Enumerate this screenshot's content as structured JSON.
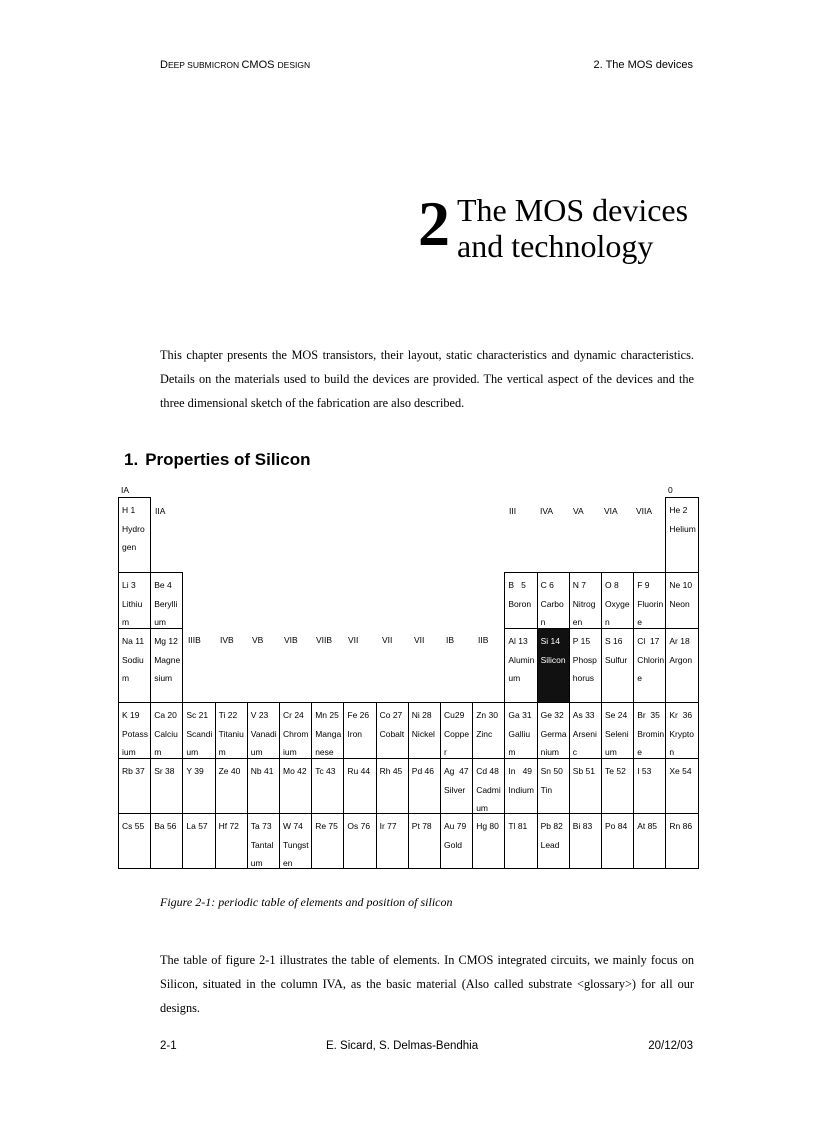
{
  "header": {
    "left_cap1": "D",
    "left_sc1": "EEP SUBMICRON ",
    "left_cap2": "CMOS ",
    "left_sc2": "DESIGN",
    "right": "2. The MOS devices"
  },
  "chapter": {
    "number": "2",
    "title_line1": "The MOS devices",
    "title_line2": "and technology"
  },
  "intro": "This chapter presents the MOS transistors, their layout, static characteristics and dynamic characteristics. Details on the materials used to build the devices are provided. The vertical aspect of the devices and the three dimensional sketch of the fabrication are also described.",
  "section": {
    "number": "1.",
    "title": "Properties of Silicon"
  },
  "periodic_table": {
    "group_labels": {
      "IA": "IA",
      "IIA": "IIA",
      "III": "III",
      "IVA": "IVA",
      "VA": "VA",
      "VIA": "VIA",
      "VIIA": "VIIA",
      "zero": "0",
      "IIIB": "IIIB",
      "IVB": "IVB",
      "VB": "VB",
      "VIB": "VIB",
      "VIIB": "VIIB",
      "VII_1": "VII",
      "VII_2": "VII",
      "VII_3": "VII",
      "IB": "IB",
      "IIB": "IIB"
    },
    "rows": [
      [
        {
          "col": 0,
          "sym": "H 1",
          "name": "Hydrogen"
        },
        {
          "col": 17,
          "sym": "He 2",
          "name": "Helium"
        }
      ],
      [
        {
          "col": 0,
          "sym": "Li 3",
          "name": "Lithium"
        },
        {
          "col": 1,
          "sym": "Be 4",
          "name": "Beryllium"
        },
        {
          "col": 12,
          "sym": "B   5",
          "name": "Boron"
        },
        {
          "col": 13,
          "sym": "C 6",
          "name": "Carbon"
        },
        {
          "col": 14,
          "sym": "N 7",
          "name": "Nitrogen"
        },
        {
          "col": 15,
          "sym": "O 8",
          "name": "Oxygen"
        },
        {
          "col": 16,
          "sym": "F 9",
          "name": "Fluorine"
        },
        {
          "col": 17,
          "sym": "Ne 10",
          "name": "Neon"
        }
      ],
      [
        {
          "col": 0,
          "sym": "Na 11",
          "name": "Sodium"
        },
        {
          "col": 1,
          "sym": "Mg 12",
          "name": "Magnesium"
        },
        {
          "col": 12,
          "sym": "Al 13",
          "name": "Aluminum"
        },
        {
          "col": 13,
          "sym": "Si 14",
          "name": "Silicon",
          "highlight": true
        },
        {
          "col": 14,
          "sym": "P 15",
          "name": "Phosphorus"
        },
        {
          "col": 15,
          "sym": "S 16",
          "name": "Sulfur"
        },
        {
          "col": 16,
          "sym": "Cl  17",
          "name": "Chlorine"
        },
        {
          "col": 17,
          "sym": "Ar 18",
          "name": "Argon"
        }
      ],
      [
        {
          "col": 0,
          "sym": "K 19",
          "name": "Potassium"
        },
        {
          "col": 1,
          "sym": "Ca 20",
          "name": "Calcium"
        },
        {
          "col": 2,
          "sym": "Sc 21",
          "name": "Scandium"
        },
        {
          "col": 3,
          "sym": "Ti 22",
          "name": "Titanium"
        },
        {
          "col": 4,
          "sym": "V 23",
          "name": "Vanadium"
        },
        {
          "col": 5,
          "sym": "Cr 24",
          "name": "Chromium"
        },
        {
          "col": 6,
          "sym": "Mn 25",
          "name": "Manganese"
        },
        {
          "col": 7,
          "sym": "Fe 26",
          "name": "Iron"
        },
        {
          "col": 8,
          "sym": "Co 27",
          "name": "Cobalt"
        },
        {
          "col": 9,
          "sym": "Ni 28",
          "name": "Nickel"
        },
        {
          "col": 10,
          "sym": "Cu29",
          "name": "Copper"
        },
        {
          "col": 11,
          "sym": "Zn 30",
          "name": "Zinc"
        },
        {
          "col": 12,
          "sym": "Ga 31",
          "name": "Gallium"
        },
        {
          "col": 13,
          "sym": "Ge 32",
          "name": "Germanium"
        },
        {
          "col": 14,
          "sym": "As 33",
          "name": "Arsenic"
        },
        {
          "col": 15,
          "sym": "Se 24",
          "name": "Selenium"
        },
        {
          "col": 16,
          "sym": "Br  35",
          "name": "Bromine"
        },
        {
          "col": 17,
          "sym": "Kr  36",
          "name": "Krypton"
        }
      ],
      [
        {
          "col": 0,
          "sym": "Rb 37",
          "name": ""
        },
        {
          "col": 1,
          "sym": "Sr 38",
          "name": ""
        },
        {
          "col": 2,
          "sym": "Y 39",
          "name": ""
        },
        {
          "col": 3,
          "sym": "Ze 40",
          "name": ""
        },
        {
          "col": 4,
          "sym": "Nb 41",
          "name": ""
        },
        {
          "col": 5,
          "sym": "Mo 42",
          "name": ""
        },
        {
          "col": 6,
          "sym": "Tc 43",
          "name": ""
        },
        {
          "col": 7,
          "sym": "Ru 44",
          "name": ""
        },
        {
          "col": 8,
          "sym": "Rh 45",
          "name": ""
        },
        {
          "col": 9,
          "sym": "Pd 46",
          "name": ""
        },
        {
          "col": 10,
          "sym": "Ag  47",
          "name": "Silver"
        },
        {
          "col": 11,
          "sym": "Cd 48",
          "name": "Cadmium"
        },
        {
          "col": 12,
          "sym": "In   49",
          "name": "Indium"
        },
        {
          "col": 13,
          "sym": "Sn 50",
          "name": "Tin"
        },
        {
          "col": 14,
          "sym": "Sb 51",
          "name": ""
        },
        {
          "col": 15,
          "sym": "Te 52",
          "name": ""
        },
        {
          "col": 16,
          "sym": "I 53",
          "name": ""
        },
        {
          "col": 17,
          "sym": "Xe 54",
          "name": ""
        }
      ],
      [
        {
          "col": 0,
          "sym": "Cs 55",
          "name": ""
        },
        {
          "col": 1,
          "sym": "Ba 56",
          "name": ""
        },
        {
          "col": 2,
          "sym": "La 57",
          "name": ""
        },
        {
          "col": 3,
          "sym": "Hf 72",
          "name": ""
        },
        {
          "col": 4,
          "sym": "Ta 73",
          "name": "Tantalum"
        },
        {
          "col": 5,
          "sym": "W 74",
          "name": "Tungsten"
        },
        {
          "col": 6,
          "sym": "Re 75",
          "name": ""
        },
        {
          "col": 7,
          "sym": "Os 76",
          "name": ""
        },
        {
          "col": 8,
          "sym": "Ir 77",
          "name": ""
        },
        {
          "col": 9,
          "sym": "Pt 78",
          "name": ""
        },
        {
          "col": 10,
          "sym": "Au 79",
          "name": "Gold"
        },
        {
          "col": 11,
          "sym": "Hg 80",
          "name": ""
        },
        {
          "col": 12,
          "sym": "Tl 81",
          "name": ""
        },
        {
          "col": 13,
          "sym": "Pb 82",
          "name": "Lead"
        },
        {
          "col": 14,
          "sym": "Bi 83",
          "name": ""
        },
        {
          "col": 15,
          "sym": "Po 84",
          "name": ""
        },
        {
          "col": 16,
          "sym": "At 85",
          "name": ""
        },
        {
          "col": 17,
          "sym": "Rn 86",
          "name": ""
        }
      ]
    ]
  },
  "caption": "Figure 2-1: periodic table of elements and position of silicon",
  "body_paragraph": "The table of figure 2-1 illustrates the table of elements. In CMOS integrated circuits, we mainly focus on Silicon, situated in the column IVA, as the basic material (Also called substrate <glossary>) for all our designs.",
  "footer": {
    "page": "2-1",
    "authors": "E. Sicard, S. Delmas-Bendhia",
    "date": "20/12/03"
  }
}
